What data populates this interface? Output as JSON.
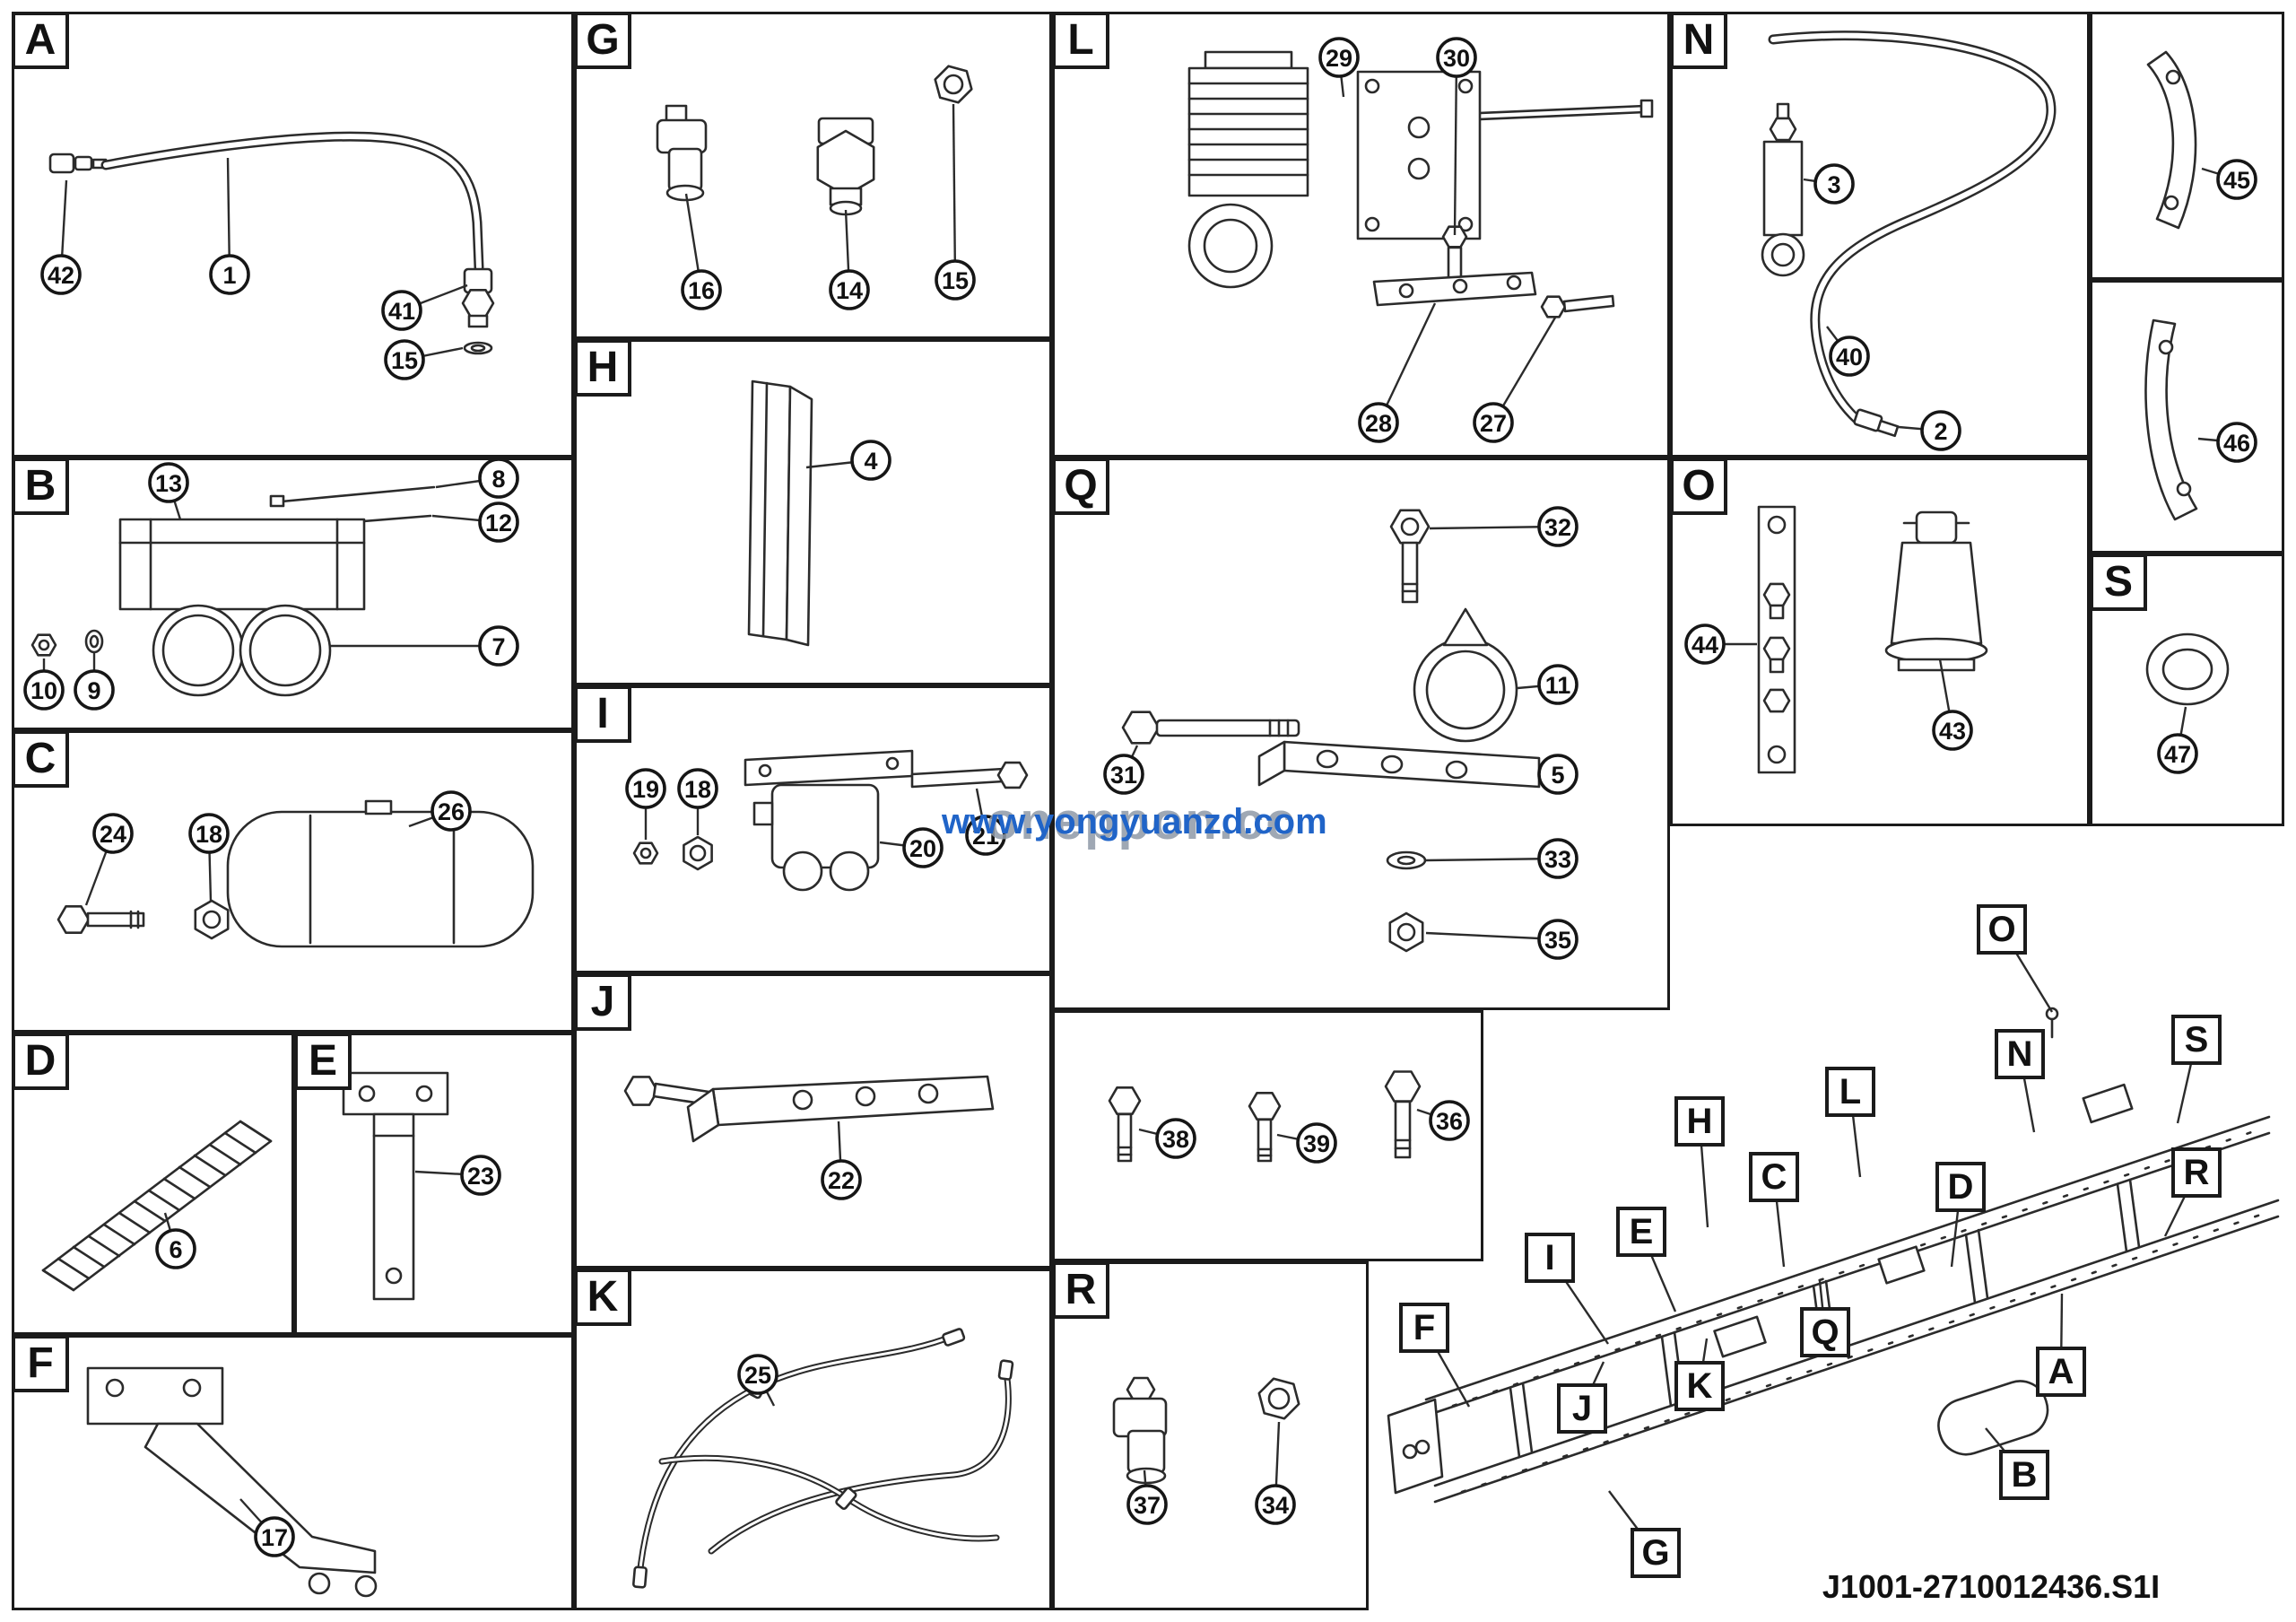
{
  "diagram": {
    "part_code": "J1001-2710012436.S1I",
    "watermark": {
      "line1": "www.yongyuanzd.com",
      "line2": "oneppon.cc",
      "link_color": "#2064c8"
    },
    "line_color": "#2b2b2b",
    "panels": [
      {
        "id": "A",
        "label": "A",
        "callouts": [
          "42",
          "1",
          "41",
          "15"
        ]
      },
      {
        "id": "B",
        "label": "B",
        "callouts": [
          "13",
          "8",
          "12",
          "7",
          "10",
          "9"
        ]
      },
      {
        "id": "C",
        "label": "C",
        "callouts": [
          "24",
          "18",
          "26"
        ]
      },
      {
        "id": "D",
        "label": "D",
        "callouts": [
          "6"
        ]
      },
      {
        "id": "E",
        "label": "E",
        "callouts": [
          "23"
        ]
      },
      {
        "id": "F",
        "label": "F",
        "callouts": [
          "17"
        ]
      },
      {
        "id": "G",
        "label": "G",
        "callouts": [
          "16",
          "14",
          "15"
        ]
      },
      {
        "id": "H",
        "label": "H",
        "callouts": [
          "4"
        ]
      },
      {
        "id": "I",
        "label": "I",
        "callouts": [
          "19",
          "18",
          "20",
          "21"
        ]
      },
      {
        "id": "J",
        "label": "J",
        "callouts": [
          "22"
        ]
      },
      {
        "id": "K",
        "label": "K",
        "callouts": [
          "25"
        ]
      },
      {
        "id": "L",
        "label": "L",
        "callouts": [
          "29",
          "30",
          "28",
          "27"
        ]
      },
      {
        "id": "Q",
        "label": "Q",
        "callouts": [
          "32",
          "11",
          "31",
          "5",
          "33",
          "35"
        ]
      },
      {
        "id": "FST",
        "label": "",
        "callouts": [
          "38",
          "39",
          "36"
        ]
      },
      {
        "id": "R",
        "label": "R",
        "callouts": [
          "37",
          "34"
        ]
      },
      {
        "id": "N",
        "label": "N",
        "callouts": [
          "3",
          "40",
          "2"
        ]
      },
      {
        "id": "O",
        "label": "O",
        "callouts": [
          "44",
          "43"
        ]
      },
      {
        "id": "P45",
        "label": "",
        "callouts": [
          "45"
        ]
      },
      {
        "id": "P46",
        "label": "",
        "callouts": [
          "46"
        ]
      },
      {
        "id": "S",
        "label": "S",
        "callouts": [
          "47"
        ]
      }
    ],
    "chassis_labels": [
      "O",
      "S",
      "N",
      "L",
      "R",
      "H",
      "C",
      "D",
      "E",
      "I",
      "Q",
      "A",
      "F",
      "J",
      "K",
      "B",
      "G"
    ]
  }
}
